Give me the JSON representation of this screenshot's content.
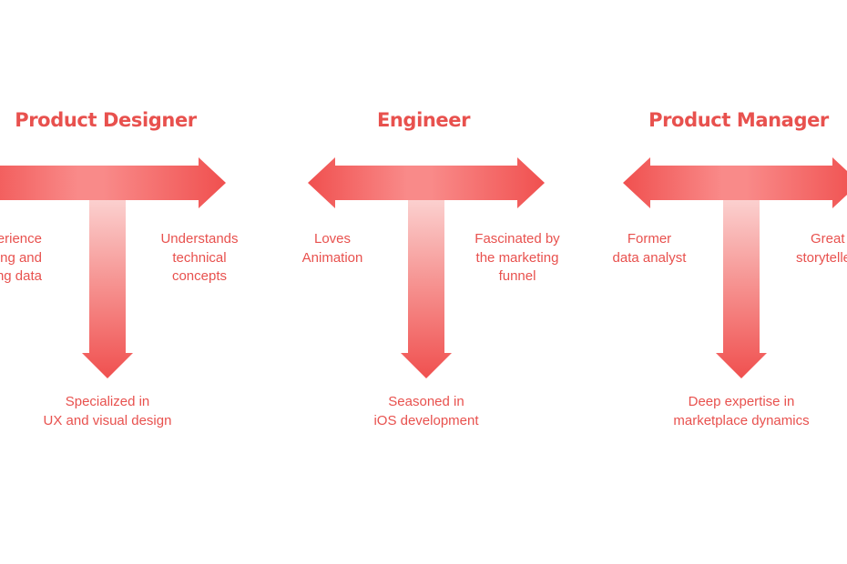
{
  "colors": {
    "accent": "#e8514e",
    "arrow_dark": "#f0504f",
    "arrow_light": "#fbd0cf"
  },
  "roles": [
    {
      "title": "Product Designer",
      "left_lines": [
        "erience",
        "eting and",
        "zing data"
      ],
      "right_lines": [
        "Understands",
        "technical",
        "concepts"
      ],
      "bottom_lines": [
        "Specialized in",
        "UX and visual design"
      ]
    },
    {
      "title": "Engineer",
      "left_lines": [
        "Loves",
        "Animation"
      ],
      "right_lines": [
        "Fascinated by",
        "the marketing",
        "funnel"
      ],
      "bottom_lines": [
        "Seasoned in",
        "iOS development"
      ]
    },
    {
      "title": "Product Manager",
      "left_lines": [
        "Former",
        "data analyst"
      ],
      "right_lines": [
        "Great",
        "storytelle"
      ],
      "bottom_lines": [
        "Deep expertise in",
        "marketplace dynamics"
      ]
    }
  ]
}
